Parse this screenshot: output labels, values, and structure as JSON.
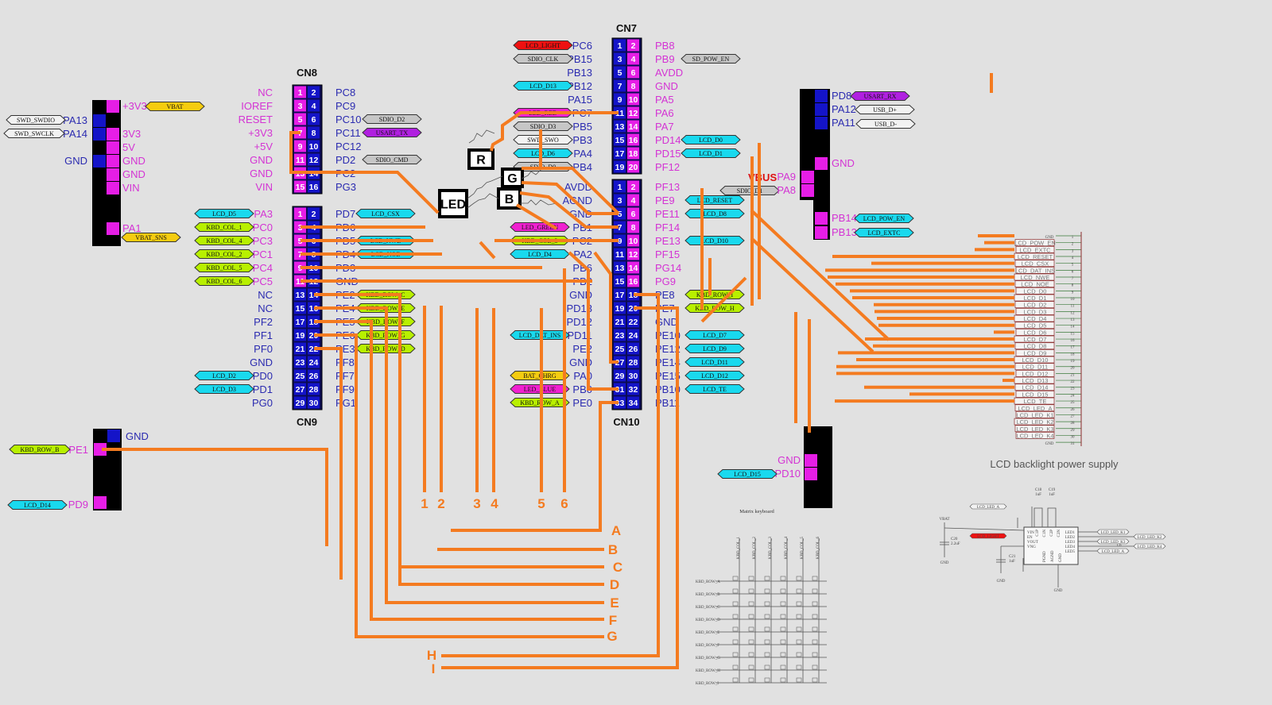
{
  "colors": {
    "wire": "#f47b20",
    "label_blue": "#2b2bb0",
    "label_magenta": "#d433d4",
    "pin_blue": "#1414c8",
    "pin_magenta": "#e61ee6",
    "header_frame": "#0b0b55",
    "net_cyan": "#19d9ee",
    "net_green": "#b8f000",
    "net_grey": "#c6c6c6",
    "net_white": "#f2f2f2",
    "net_purple": "#b020e0",
    "net_magenta": "#f020d0",
    "net_red": "#ee1111",
    "net_yellow": "#f5cc10",
    "vbus_red": "#dd1111"
  },
  "connectors": {
    "CN8": {
      "title": "CN8",
      "rows": [
        [
          null,
          "NC",
          1,
          2,
          "PC8",
          null
        ],
        [
          null,
          "IOREF",
          3,
          4,
          "PC9",
          null
        ],
        [
          null,
          "RESET",
          5,
          6,
          "PC10",
          "SDIO_D2"
        ],
        [
          null,
          "+3V3",
          7,
          8,
          "PC11",
          "USART_TX"
        ],
        [
          null,
          "+5V",
          9,
          10,
          "PC12",
          null
        ],
        [
          null,
          "GND",
          11,
          12,
          "PD2",
          "SDIO_CMD"
        ],
        [
          null,
          "GND",
          13,
          14,
          "PC2",
          null
        ],
        [
          null,
          "VIN",
          15,
          16,
          "PG3",
          null
        ]
      ]
    },
    "CN9": {
      "title": "CN9",
      "rows": [
        [
          "LCD_D5",
          "PA3",
          1,
          2,
          "PD7",
          "LCD_CSX"
        ],
        [
          "KBD_COL_1",
          "PC0",
          3,
          4,
          "PD6",
          null
        ],
        [
          "KBD_COL_4",
          "PC3",
          5,
          6,
          "PD5",
          "LCD_NWE"
        ],
        [
          "KBD_COL_2",
          "PC1",
          7,
          8,
          "PD4",
          "LCD_NOE"
        ],
        [
          "KBD_COL_5",
          "PC4",
          9,
          10,
          "PD3",
          null
        ],
        [
          "KBD_COL_6",
          "PC5",
          11,
          12,
          "GND",
          null
        ],
        [
          null,
          "NC",
          13,
          14,
          "PE2",
          "KBD_ROW_C"
        ],
        [
          null,
          "NC",
          15,
          16,
          "PE4",
          "KBD_ROW_E"
        ],
        [
          null,
          "PF2",
          17,
          18,
          "PE5",
          "KBD_ROW_F"
        ],
        [
          null,
          "PF1",
          19,
          20,
          "PE6",
          "KBD_ROW_G"
        ],
        [
          null,
          "PF0",
          21,
          22,
          "PE3",
          "KBD_ROW_D"
        ],
        [
          null,
          "GND",
          23,
          24,
          "PF8",
          null
        ],
        [
          "LCD_D2",
          "PD0",
          25,
          26,
          "PF7",
          null
        ],
        [
          "LCD_D3",
          "PD1",
          27,
          28,
          "PF9",
          null
        ],
        [
          null,
          "PG0",
          29,
          30,
          "PG1",
          null
        ]
      ]
    },
    "CN7": {
      "title": "CN7",
      "rows": [
        [
          "LCD_LIGHT",
          "PC6",
          1,
          2,
          "PB8",
          null
        ],
        [
          "SDIO_CLK",
          "PB15",
          3,
          4,
          "PB9",
          "SD_POW_EN"
        ],
        [
          null,
          "PB13",
          5,
          6,
          "AVDD",
          null
        ],
        [
          "LCD_D13",
          "PB12",
          7,
          8,
          "GND",
          null
        ],
        [
          null,
          "PA15",
          9,
          10,
          "PA5",
          null
        ],
        [
          "LED_RED",
          "PC7",
          11,
          12,
          "PA6",
          null
        ],
        [
          "SDIO_D3",
          "PB5",
          13,
          14,
          "PA7",
          null
        ],
        [
          "SWD_SWO",
          "PB3",
          15,
          16,
          "PD14",
          "LCD_D0"
        ],
        [
          "LCD_D6",
          "PA4",
          17,
          18,
          "PD15",
          "LCD_D1"
        ],
        [
          "SDIO_D0",
          "PB4",
          19,
          20,
          "PF12",
          null
        ]
      ]
    },
    "CN10": {
      "title": "CN10",
      "rows": [
        [
          null,
          "AVDD",
          1,
          2,
          "PF13",
          null
        ],
        [
          null,
          "AGND",
          3,
          4,
          "PE9",
          "LCD_RESET"
        ],
        [
          null,
          "GND",
          5,
          6,
          "PE11",
          "LCD_D8"
        ],
        [
          "LED_GREEN",
          "PB1",
          7,
          8,
          "PF14",
          null
        ],
        [
          "KBD_COL_3",
          "PC2",
          9,
          10,
          "PE13",
          "LCD_D10"
        ],
        [
          "LCD_D4",
          "PA2",
          11,
          12,
          "PF15",
          null
        ],
        [
          null,
          "PB6",
          13,
          14,
          "PG14",
          null
        ],
        [
          null,
          "PB2",
          15,
          16,
          "PG9",
          null
        ],
        [
          null,
          "GND",
          17,
          18,
          "PE8",
          "KBD_ROW_I"
        ],
        [
          null,
          "PD13",
          19,
          20,
          "PE7",
          "KBD_ROW_H"
        ],
        [
          null,
          "PD12",
          21,
          22,
          "GND",
          null
        ],
        [
          "LCD_DAT_INS",
          "PD11",
          23,
          24,
          "PE10",
          "LCD_D7"
        ],
        [
          null,
          "PE2",
          25,
          26,
          "PE12",
          "LCD_D9"
        ],
        [
          null,
          "GND",
          27,
          28,
          "PE14",
          "LCD_D11"
        ],
        [
          "BAT_CHRG",
          "PA0",
          29,
          30,
          "PE15",
          "LCD_D12"
        ],
        [
          "LED_BLUE",
          "PB0",
          31,
          32,
          "PB10",
          "LCD_TE"
        ],
        [
          "KBD_ROW_A",
          "PE0",
          33,
          34,
          "PB11",
          null
        ]
      ]
    }
  },
  "vbus": {
    "label": "VBUS",
    "net": "SDIO_D1"
  },
  "left_conn": {
    "right_labels": [
      "+3V3",
      "3V3",
      "5V",
      "GND",
      "GND",
      "VIN",
      "PA1"
    ],
    "left_labels": [
      "PA13",
      "PA14",
      "GND"
    ],
    "nets": {
      "vbat": "VBAT",
      "swdio": "SWD_SWDIO",
      "swclk": "SWD_SWCLK",
      "vbat_sns": "VBAT_SNS"
    }
  },
  "usb_conn": {
    "labels": [
      "PD8",
      "PA12",
      "PA11",
      "GND",
      "PA9",
      "PA8",
      "PB14",
      "PB13"
    ],
    "nets": {
      "rx": "USART_RX",
      "dp": "USB_D+",
      "dm": "USB_D-",
      "pow": "LCD_POW_EN",
      "extc": "LCD_EXTC"
    }
  },
  "kbd_conn": {
    "labels": [
      "GND",
      "PE1",
      "PD9"
    ],
    "nets": {
      "row_b": "KBD_ROW_B",
      "d14": "LCD_D14"
    }
  },
  "d15_conn": {
    "labels": [
      "GND",
      "PD10"
    ],
    "net": "LCD_D15"
  },
  "led": {
    "r": "R",
    "g": "G",
    "b": "B",
    "led": "LED"
  },
  "wire_numbers": [
    "1",
    "2",
    "3",
    "4",
    "5",
    "6"
  ],
  "wire_letters": [
    "A",
    "B",
    "C",
    "D",
    "E",
    "F",
    "G",
    "H",
    "I"
  ],
  "lcd_connector": {
    "pins": [
      [
        "GND",
        1
      ],
      [
        "LCD_POW_EN",
        2
      ],
      [
        "LCD_EXTC",
        3
      ],
      [
        "LCD_RESET",
        4
      ],
      [
        "LCD_CSX",
        5
      ],
      [
        "LCD_DAT_INS",
        6
      ],
      [
        "LCD_NWE",
        7
      ],
      [
        "LCD_NOE",
        8
      ],
      [
        "LCD_D0",
        9
      ],
      [
        "LCD_D1",
        10
      ],
      [
        "LCD_D2",
        11
      ],
      [
        "LCD_D3",
        12
      ],
      [
        "LCD_D4",
        13
      ],
      [
        "LCD_D5",
        14
      ],
      [
        "LCD_D6",
        15
      ],
      [
        "LCD_D7",
        16
      ],
      [
        "LCD_D8",
        17
      ],
      [
        "LCD_D9",
        18
      ],
      [
        "LCD_D10",
        19
      ],
      [
        "LCD_D11",
        20
      ],
      [
        "LCD_D12",
        21
      ],
      [
        "LCD_D13",
        22
      ],
      [
        "LCD_D14",
        23
      ],
      [
        "LCD_D15",
        24
      ],
      [
        "LCD_TE",
        25
      ],
      [
        "LCD_LED_A",
        26
      ],
      [
        "LCD_LED_K1",
        27
      ],
      [
        "LCD_LED_K2",
        28
      ],
      [
        "LCD_LED_K3",
        29
      ],
      [
        "LCD_LED_K4",
        30
      ],
      [
        "GND",
        31
      ]
    ]
  },
  "matrix_keyboard": {
    "title": "Matrix keyboard",
    "cols": [
      "KBD_COL_1",
      "KBD_COL_2",
      "KBD_COL_3",
      "KBD_COL_4",
      "KBD_COL_5",
      "KBD_COL_6"
    ],
    "rows": [
      "KBD_ROW_A",
      "KBD_ROW_B",
      "KBD_ROW_C",
      "KBD_ROW_D",
      "KBD_ROW_E",
      "KBD_ROW_F",
      "KBD_ROW_G",
      "KBD_ROW_H",
      "KBD_ROW_I"
    ]
  },
  "backlight": {
    "title": "LCD backlight power supply",
    "vbat": "VBAT",
    "gnd": "GND",
    "c20": "C20",
    "c20_val": "2.2uF",
    "c21": "C21",
    "c21_val": "1uF",
    "c18": "C18",
    "c18_val": "1uF",
    "c19": "C19",
    "c19_val": "1uF",
    "ic": "L6",
    "ic_left": [
      "VIN",
      "EN",
      "VOUT",
      "VNG"
    ],
    "ic_right": [
      "LED1",
      "LED2",
      "LED3",
      "LED4",
      "LED5"
    ],
    "ic_top": [
      "C1P",
      "C1N",
      "C2P",
      "C2N"
    ],
    "ic_bottom": [
      "PGND",
      "AGND",
      "GND"
    ],
    "net_in": "LCD_LED_A",
    "net_en": "LCD_LIGHT",
    "net_out": [
      "LCD_LED_K1",
      "LCD_LED_K2",
      "LCD_LED_K3",
      "LCD_LED_K4",
      "LCD_LED_A"
    ]
  }
}
